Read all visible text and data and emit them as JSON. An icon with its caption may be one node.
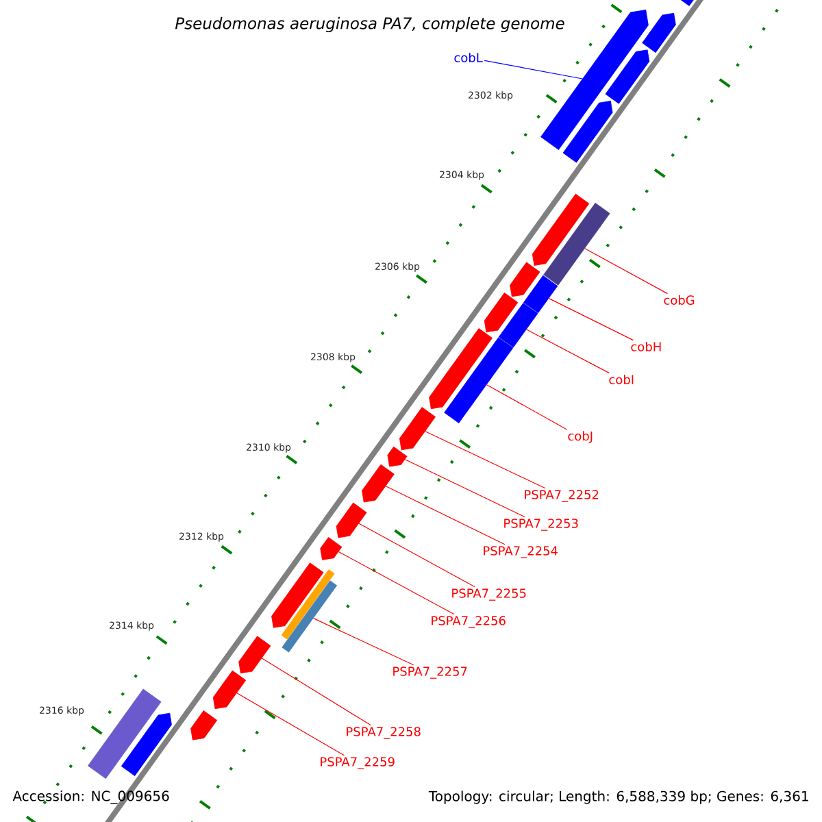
{
  "diagram": {
    "title": "Pseudomonas aeruginosa PA7, complete genome",
    "nodes": [
      {
        "text": [
          "cobL"
        ]
      },
      {
        "text": [
          "cobG"
        ]
      },
      {
        "text": [
          "cobH"
        ]
      },
      {
        "text": [
          "cobI"
        ]
      },
      {
        "text": [
          "cobJ"
        ]
      },
      {
        "text": [
          "PSPA7_2252"
        ]
      },
      {
        "text": [
          "PSPA7_2253"
        ]
      },
      {
        "text": [
          "PSPA7_2254"
        ]
      },
      {
        "text": [
          "PSPA7_2255"
        ]
      },
      {
        "text": [
          "PSPA7_2256"
        ]
      },
      {
        "text": [
          "PSPA7_2257"
        ]
      },
      {
        "text": [
          "PSPA7_2258"
        ]
      },
      {
        "text": [
          "PSPA7_2259"
        ]
      },
      {
        "text": [],
        "shape": "arrow"
      },
      {
        "text": [],
        "shape": "arrow"
      },
      {
        "text": [],
        "shape": "arrow"
      },
      {
        "text": [],
        "shape": "arrow"
      },
      {
        "text": [],
        "shape": "arrow"
      },
      {
        "text": [],
        "shape": "arrow"
      },
      {
        "text": [],
        "shape": "box"
      },
      {
        "text": [],
        "shape": "arrow"
      },
      {
        "text": [],
        "shape": "box"
      },
      {
        "text": [],
        "shape": "arrow"
      },
      {
        "text": [],
        "shape": "box"
      },
      {
        "text": [],
        "shape": "arrow"
      },
      {
        "text": [],
        "shape": "box"
      },
      {
        "text": [],
        "shape": "arrow"
      },
      {
        "text": [],
        "shape": "arrow"
      },
      {
        "text": [],
        "shape": "arrow"
      },
      {
        "text": [],
        "shape": "arrow"
      },
      {
        "text": [],
        "shape": "arrow"
      },
      {
        "text": [],
        "shape": "arrow"
      },
      {
        "text": [],
        "shape": "box"
      },
      {
        "text": [],
        "shape": "box"
      },
      {
        "text": [],
        "shape": "arrow"
      },
      {
        "text": [],
        "shape": "arrow"
      },
      {
        "text": [],
        "shape": "arrow"
      },
      {
        "text": [],
        "shape": "box"
      },
      {
        "text": [],
        "shape": "arrow"
      }
    ],
    "edges": [
      {
        "from": 0,
        "to": 15,
        "arrow": "none",
        "color": "#0000ff"
      },
      {
        "from": 1,
        "to": 19,
        "arrow": "none"
      },
      {
        "from": 2,
        "to": 21,
        "arrow": "none"
      },
      {
        "from": 3,
        "to": 23,
        "arrow": "none"
      },
      {
        "from": 4,
        "to": 25,
        "arrow": "none"
      },
      {
        "from": 5,
        "to": 26,
        "arrow": "none"
      },
      {
        "from": 6,
        "to": 27,
        "arrow": "none"
      },
      {
        "from": 7,
        "to": 28,
        "arrow": "none"
      },
      {
        "from": 8,
        "to": 29,
        "arrow": "none"
      },
      {
        "from": 9,
        "to": 30,
        "arrow": "none"
      },
      {
        "from": 10,
        "to": 33,
        "arrow": "none"
      },
      {
        "from": 11,
        "to": 34,
        "arrow": "none"
      },
      {
        "from": 12,
        "to": 35,
        "arrow": "none"
      }
    ],
    "labels": [
      "2302 kbp",
      "2304 kbp",
      "2306 kbp",
      "2308 kbp",
      "2310 kbp",
      "2312 kbp",
      "2314 kbp",
      "2316 kbp",
      "Accession: NC_009656",
      "Topology: circular; Length: 6,588,339 bp; Genes: 6,361"
    ]
  }
}
